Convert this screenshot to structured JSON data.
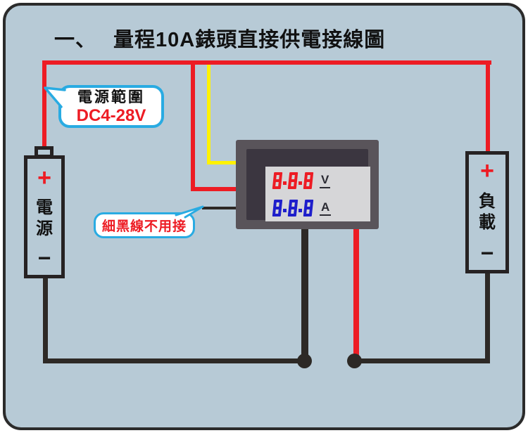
{
  "title": {
    "prefix": "一、",
    "text": "量程10A錶頭直接供電接線圖"
  },
  "colors": {
    "background": "#b7cad6",
    "outer_border": "#2b2b2b",
    "wire_red": "#ed1c24",
    "wire_yellow": "#fff200",
    "wire_black": "#2d2926",
    "callout_border": "#29abe2",
    "meter_frame": "#59545a",
    "meter_frame_inner": "#3b3640",
    "meter_display": "#d6d6d8"
  },
  "callouts": {
    "power_range": {
      "line1": "電源範圍",
      "line2": "DC4-28V"
    },
    "unused_wire": {
      "text": "細黑線不用接"
    }
  },
  "power_source": {
    "plus": "+",
    "chars": [
      "電",
      "源"
    ],
    "minus": "−"
  },
  "load": {
    "plus": "+",
    "chars": [
      "負",
      "載"
    ],
    "minus": "−"
  },
  "meter": {
    "rows": [
      {
        "value": "8.8.8",
        "unit": "V",
        "color": "#ed1c24"
      },
      {
        "value": "8.8.8",
        "unit": "A",
        "color": "#1e1ecb"
      }
    ]
  }
}
